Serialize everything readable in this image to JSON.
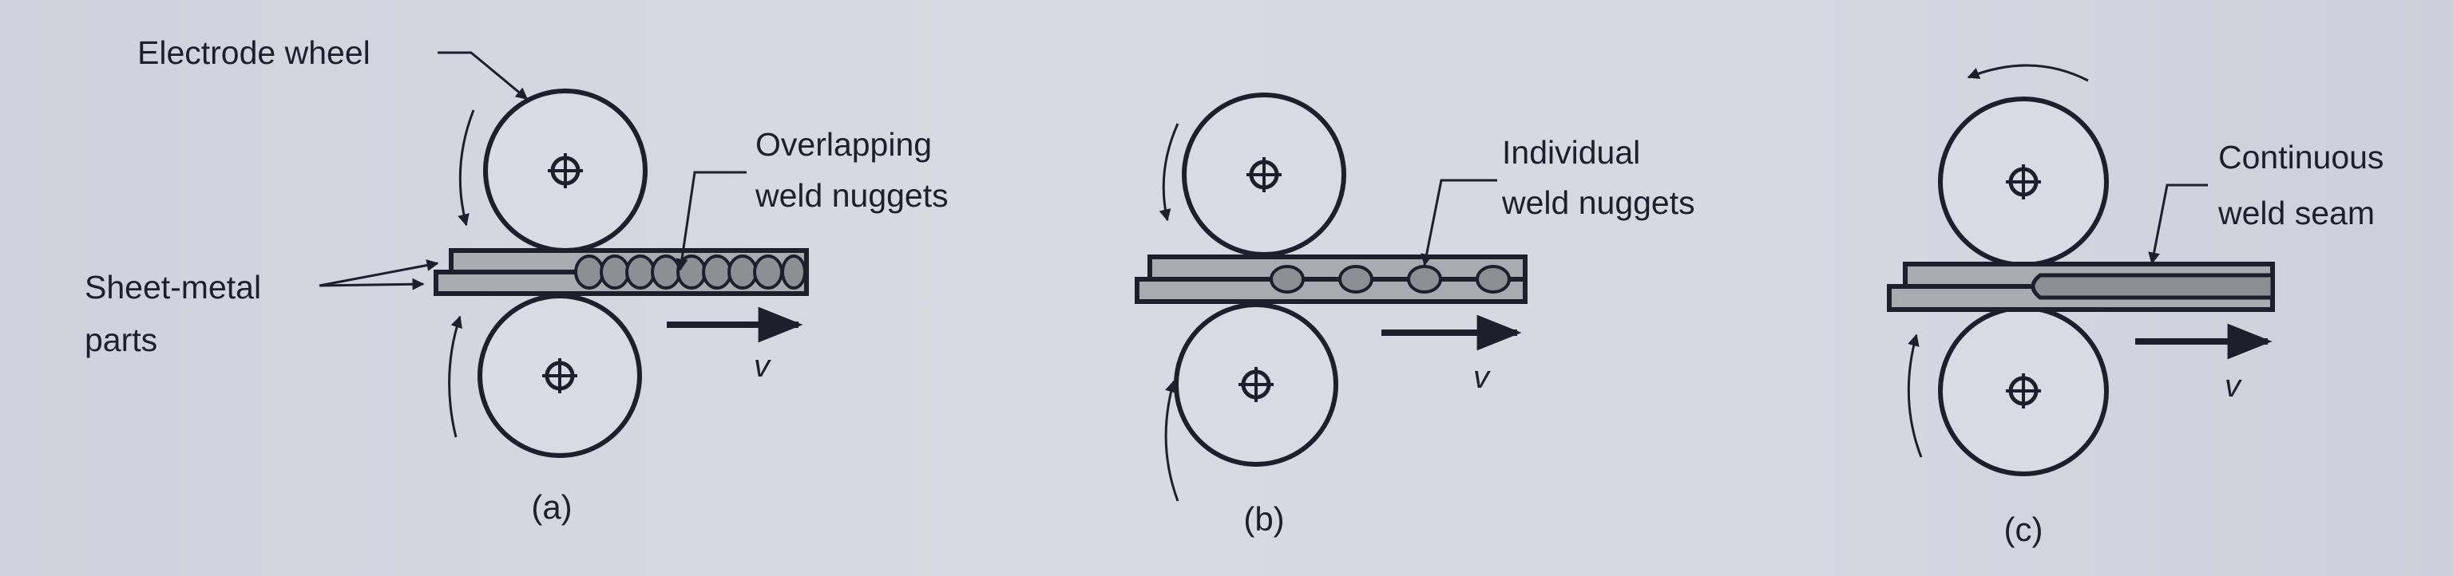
{
  "figure": {
    "panel_a": {
      "caption": "(a)",
      "electrode_label": "Electrode wheel",
      "sheet_label_line1": "Sheet-metal",
      "sheet_label_line2": "parts",
      "weld_label_line1": "Overlapping",
      "weld_label_line2": "weld nuggets",
      "velocity_label": "v"
    },
    "panel_b": {
      "caption": "(b)",
      "weld_label_line1": "Individual",
      "weld_label_line2": "weld nuggets",
      "velocity_label": "v"
    },
    "panel_c": {
      "caption": "(c)",
      "weld_label_line1": "Continuous",
      "weld_label_line2": "weld seam",
      "velocity_label": "v"
    }
  },
  "colors": {
    "ink": "#1f1f2b",
    "paper": "#d3d5df",
    "sheet": "#a9aab2"
  }
}
